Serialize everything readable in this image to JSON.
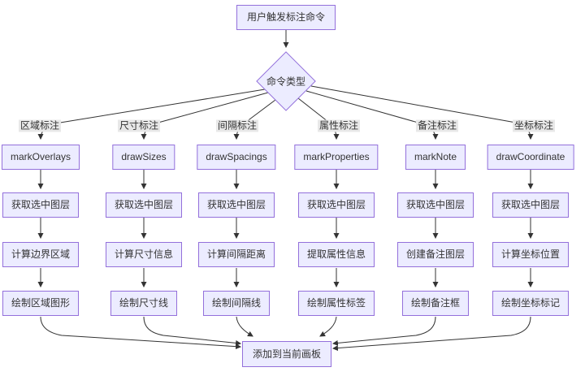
{
  "flow": {
    "start": "用户触发标注命令",
    "decision": "命令类型",
    "end": "添加到当前画板",
    "branches": [
      {
        "condition": "区域标注",
        "handler": "markOverlays",
        "steps": [
          "获取选中图层",
          "计算边界区域",
          "绘制区域图形"
        ]
      },
      {
        "condition": "尺寸标注",
        "handler": "drawSizes",
        "steps": [
          "获取选中图层",
          "计算尺寸信息",
          "绘制尺寸线"
        ]
      },
      {
        "condition": "间隔标注",
        "handler": "drawSpacings",
        "steps": [
          "获取选中图层",
          "计算间隔距离",
          "绘制间隔线"
        ]
      },
      {
        "condition": "属性标注",
        "handler": "markProperties",
        "steps": [
          "获取选中图层",
          "提取属性信息",
          "绘制属性标签"
        ]
      },
      {
        "condition": "备注标注",
        "handler": "markNote",
        "steps": [
          "获取选中图层",
          "创建备注图层",
          "绘制备注框"
        ]
      },
      {
        "condition": "坐标标注",
        "handler": "drawCoordinate",
        "steps": [
          "获取选中图层",
          "计算坐标位置",
          "绘制坐标标记"
        ]
      }
    ],
    "colors": {
      "node_fill": "#ECECFF",
      "node_border": "#9370DB",
      "edge_line": "#333333",
      "edge_label_bg": "#e8e8e8",
      "text": "#333333",
      "background": "#ffffff"
    }
  }
}
